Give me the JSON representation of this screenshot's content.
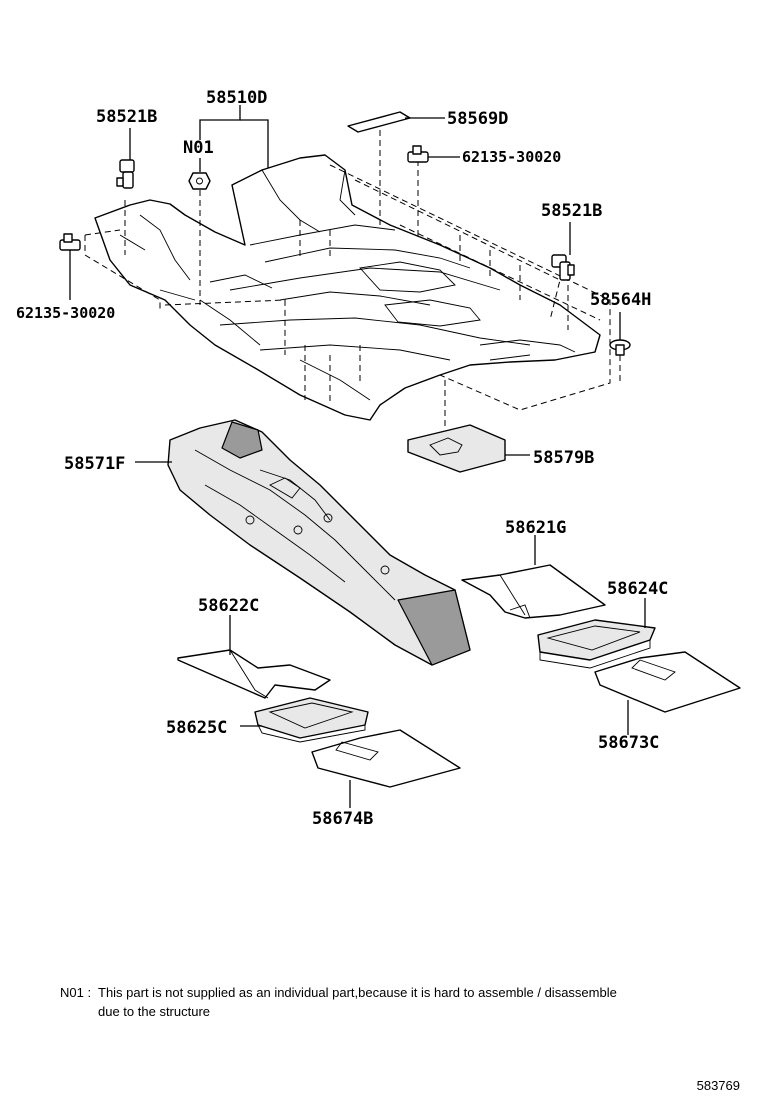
{
  "labels": {
    "p58510D": "58510D",
    "p58521B_left": "58521B",
    "pN01": "N01",
    "p58569D": "58569D",
    "p62135_right": "62135-30020",
    "p58521B_right": "58521B",
    "p62135_left": "62135-30020",
    "p58564H": "58564H",
    "p58571F": "58571F",
    "p58579B": "58579B",
    "p58621G": "58621G",
    "p58624C": "58624C",
    "p58622C": "58622C",
    "p58625C": "58625C",
    "p58673C": "58673C",
    "p58674B": "58674B"
  },
  "note": {
    "tag": "N01 :",
    "line1": "This part is not supplied as an individual part,because it is hard to assemble / disassemble",
    "line2": "due to the structure"
  },
  "reference": "583769"
}
